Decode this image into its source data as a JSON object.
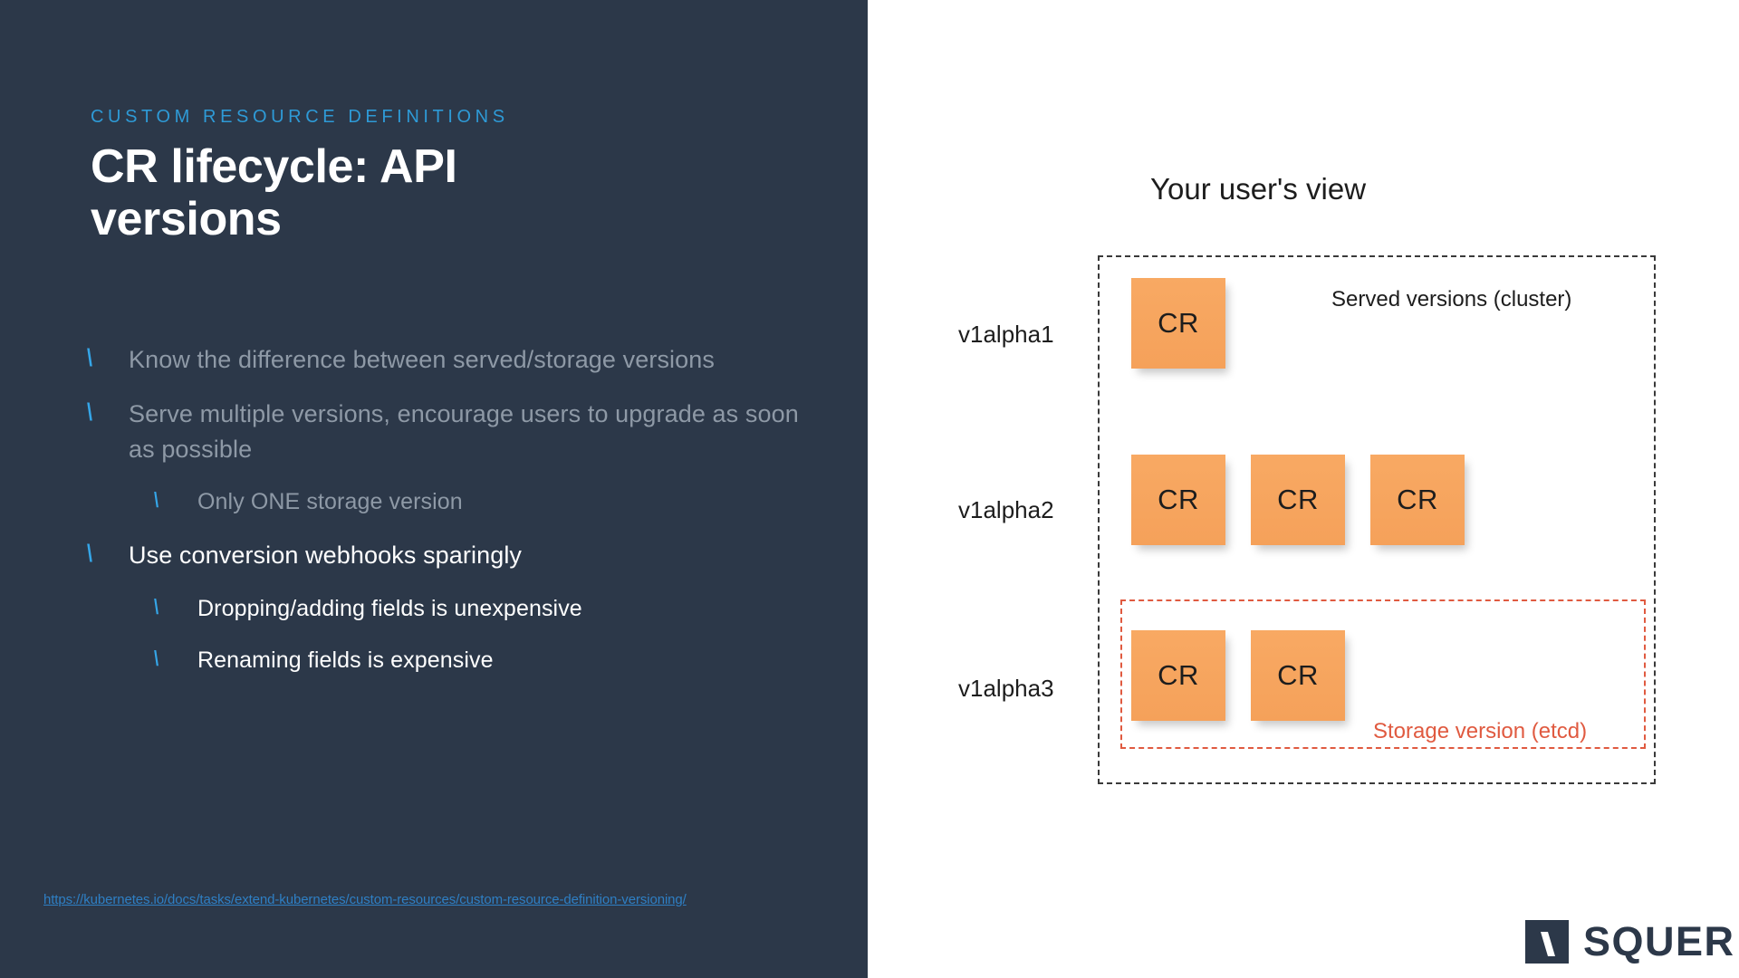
{
  "slide": {
    "eyebrow": "CUSTOM RESOURCE DEFINITIONS",
    "title": "CR lifecycle: API versions",
    "footer_url": "https://kubernetes.io/docs/tasks/extend-kubernetes/custom-resources/custom-resource-definition-versioning/",
    "background_dark": "#2c3849",
    "background_light": "#ffffff",
    "accent_blue": "#35a6e8",
    "eyebrow_blue": "#2e9ad6",
    "dim_text": "#8e99a6"
  },
  "bullets": [
    {
      "level": 1,
      "glyph": "\\",
      "text": "Know the difference between served/storage versions",
      "dim": true
    },
    {
      "level": 1,
      "glyph": "\\",
      "text": "Serve multiple versions, encourage users to upgrade as soon as possible",
      "dim": true
    },
    {
      "level": 2,
      "glyph": "\\",
      "text": "Only ONE storage version",
      "dim": true
    },
    {
      "level": 1,
      "glyph": "\\",
      "text": "Use conversion webhooks sparingly",
      "dim": false
    },
    {
      "level": 2,
      "glyph": "\\",
      "text": "Dropping/adding fields is unexpensive",
      "dim": false
    },
    {
      "level": 2,
      "glyph": "\\",
      "text": "Renaming fields is expensive",
      "dim": false
    }
  ],
  "diagram": {
    "title": "Your user's view",
    "served_label": "Served versions (cluster)",
    "storage_label": "Storage version (etcd)",
    "served_border_color": "#3a3a3a",
    "storage_border_color": "#e05a40",
    "card_color": "#f5a15a",
    "card_label": "CR",
    "rows": [
      {
        "version": "v1alpha1",
        "card_count": 1,
        "in_storage_box": false
      },
      {
        "version": "v1alpha2",
        "card_count": 3,
        "in_storage_box": false
      },
      {
        "version": "v1alpha3",
        "card_count": 2,
        "in_storage_box": true
      }
    ]
  },
  "logo": {
    "wordmark": "SQUER",
    "color": "#2c3849"
  }
}
